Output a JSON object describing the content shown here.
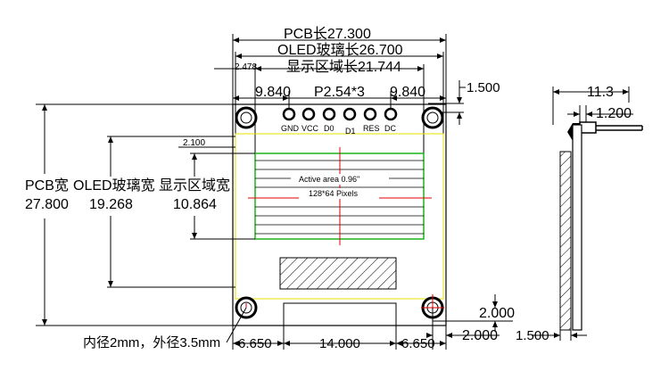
{
  "dimensions": {
    "pcb_length": "PCB长27.300",
    "oled_glass_length": "OLED玻璃长26.700",
    "display_area_length": "显示区域长21.744",
    "left_offset": "2.478",
    "left_margin": "9.840",
    "pitch": "P2.54*3",
    "right_margin": "9.840",
    "pin_offset": "1.500",
    "top_glass_offset": "2.100",
    "pcb_width_label": "PCB宽",
    "pcb_width_value": "27.800",
    "oled_width_label": "OLED玻璃宽",
    "oled_width_value": "19.268",
    "display_width_label": "显示区域宽",
    "display_width_value": "10.864",
    "hole_desc": "内径2mm，外径3.5mm",
    "bottom_left": "6.650",
    "bottom_center": "14.000",
    "bottom_right": "6.650",
    "hole_offset_v": "2.000",
    "hole_offset_h": "2.000",
    "side_thickness": "11.3",
    "side_pin": "1.200",
    "side_bottom": "1.500"
  },
  "pins": [
    "GND",
    "VCC",
    "D0",
    "D1",
    "RES",
    "DC"
  ],
  "screen_text": {
    "line1": "Active area 0.96\"",
    "line2": "128*64 Pixels"
  }
}
